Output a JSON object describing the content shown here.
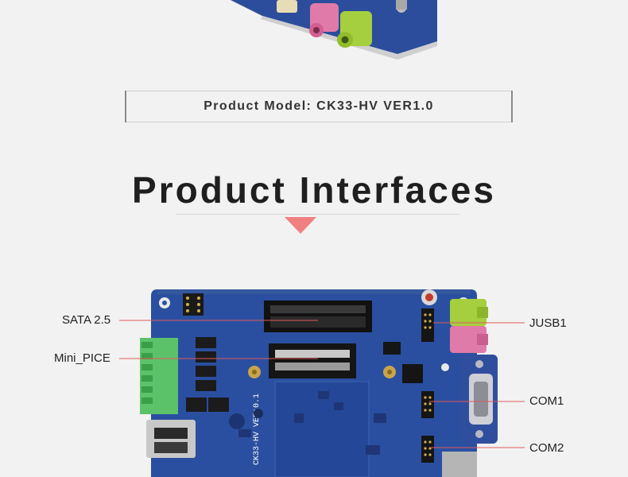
{
  "banner": {
    "model_text": "Product Model:  CK33-HV VER1.0"
  },
  "section": {
    "title": "Product Interfaces"
  },
  "board": {
    "silkscreen": "CK33-HV VER:0.1",
    "labels": {
      "sata": "SATA 2.5",
      "mini_pcie": "Mini_PICE",
      "jusb1": "JUSB1",
      "com1": "COM1",
      "com2": "COM2"
    }
  },
  "colors": {
    "background": "#f2f2f2",
    "board_blue": "#2a4fa0",
    "arrow": "#f08080",
    "leader_line": "#e05a5a",
    "terminal_green": "#5cc26a",
    "audio_pink": "#e07aa8",
    "audio_green": "#a5cf3f"
  }
}
